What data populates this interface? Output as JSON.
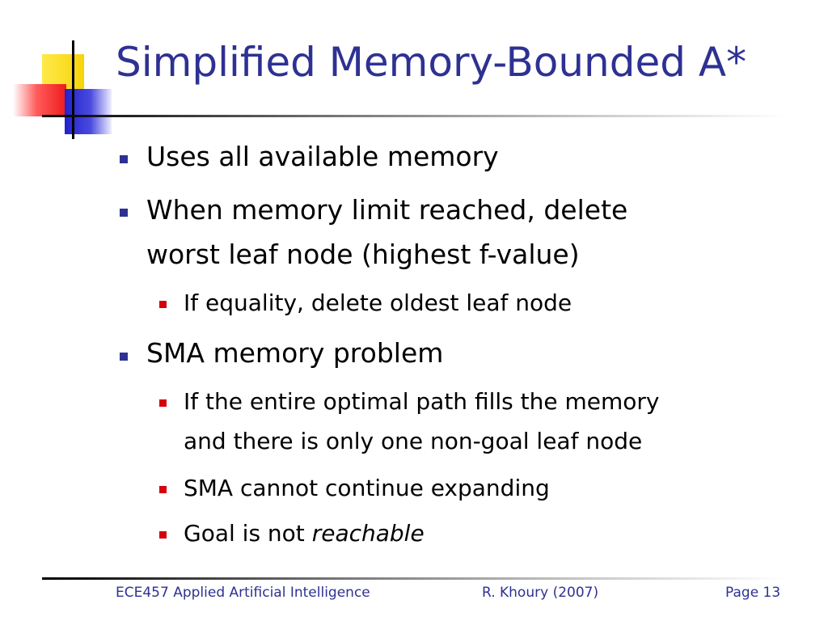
{
  "slide": {
    "title": "Simplified Memory-Bounded A*",
    "bullets": [
      {
        "text": "Uses all available memory"
      },
      {
        "line1": "When memory limit reached, delete",
        "line2": "worst leaf node (highest f-value)",
        "sub": [
          {
            "text": "If equality, delete oldest leaf node"
          }
        ]
      },
      {
        "text": "SMA memory problem",
        "sub": [
          {
            "line1": "If the entire optimal path fills the memory",
            "line2": "and there is only one non-goal leaf node"
          },
          {
            "text": "SMA cannot continue expanding"
          },
          {
            "prefix": "Goal is not ",
            "emphasis": "reachable"
          }
        ]
      }
    ]
  },
  "footer": {
    "course": "ECE457 Applied Artificial Intelligence",
    "author": "R. Khoury (2007)",
    "page": "Page 13"
  },
  "colors": {
    "title": "#2e3192",
    "bullet_level1": "#2e3192",
    "bullet_level2": "#d4000c",
    "footer_text": "#2e3192"
  }
}
